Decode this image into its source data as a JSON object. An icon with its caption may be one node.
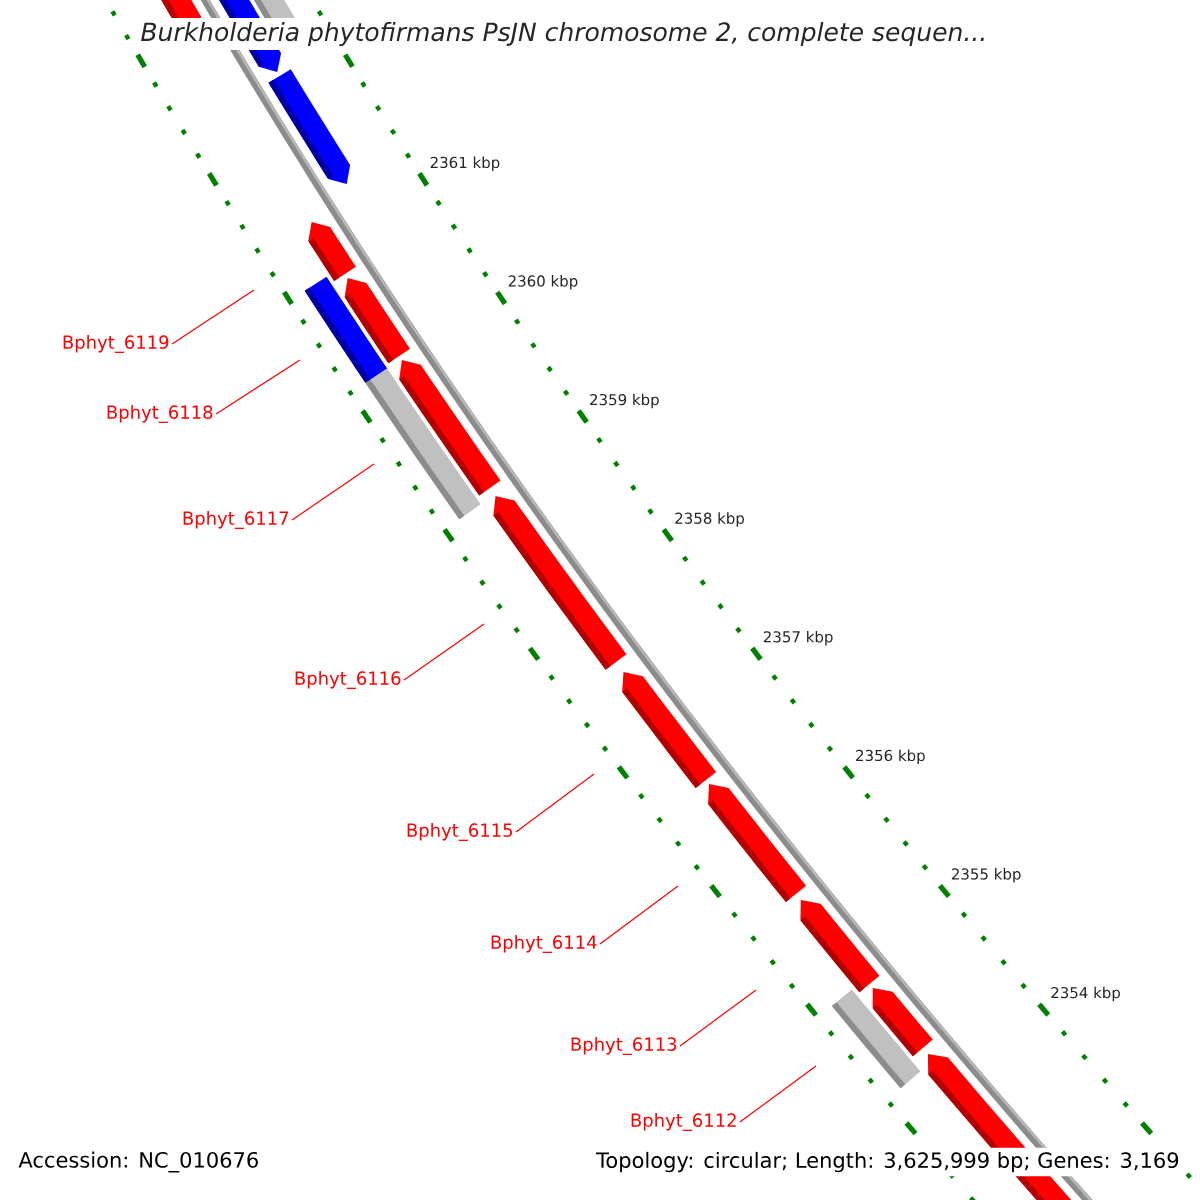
{
  "diagram": {
    "title": "Burkholderia phytofirmans PsJN chromosome 2, complete sequen...",
    "nodes": [
      {
        "text": [
          "Bphyt_6119"
        ]
      },
      {
        "text": [
          "Bphyt_6118"
        ]
      },
      {
        "text": [
          "Bphyt_6117"
        ]
      },
      {
        "text": [
          "Bphyt_6116"
        ]
      },
      {
        "text": [
          "Bphyt_6115"
        ]
      },
      {
        "text": [
          "Bphyt_6114"
        ]
      },
      {
        "text": [
          "Bphyt_6113"
        ]
      },
      {
        "text": [
          "Bphyt_6112"
        ]
      }
    ],
    "edges": [
      {
        "from": 0,
        "to": null,
        "arrow": "none"
      },
      {
        "from": 1,
        "to": null,
        "arrow": "none"
      },
      {
        "from": 2,
        "to": null,
        "arrow": "none"
      },
      {
        "from": 3,
        "to": null,
        "arrow": "none"
      },
      {
        "from": 4,
        "to": null,
        "arrow": "none"
      },
      {
        "from": 5,
        "to": null,
        "arrow": "none"
      },
      {
        "from": 6,
        "to": null,
        "arrow": "none"
      },
      {
        "from": 7,
        "to": null,
        "arrow": "none"
      }
    ],
    "labels": [
      "2361 kbp",
      "2360 kbp",
      "2359 kbp",
      "2358 kbp",
      "2357 kbp",
      "2356 kbp",
      "2355 kbp",
      "2354 kbp",
      "Accession: NC_010676",
      "Topology: circular; Length: 3,625,999 bp; Genes: 3,169"
    ]
  }
}
